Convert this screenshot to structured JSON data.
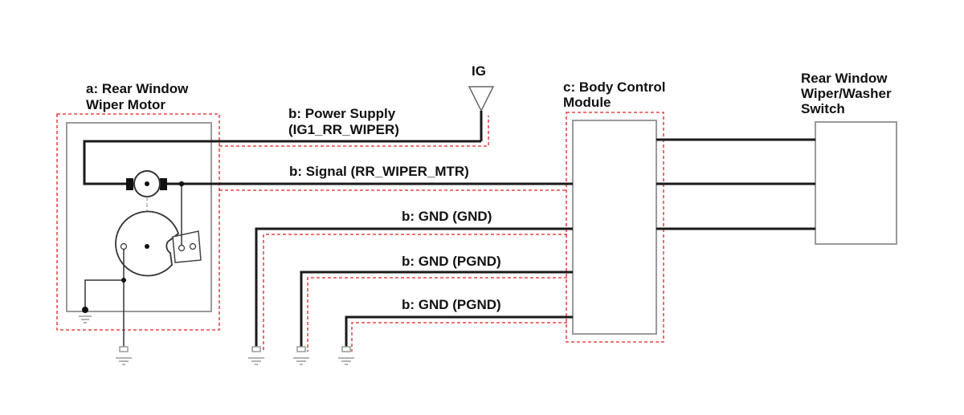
{
  "labels": {
    "motor_line1": "a: Rear Window",
    "motor_line2": "Wiper Motor",
    "ig": "IG",
    "power_line1": "b: Power Supply",
    "power_line2": "(IG1_RR_WIPER)",
    "signal": "b: Signal (RR_WIPER_MTR)",
    "gnd1": "b: GND (GND)",
    "gnd2": "b: GND (PGND)",
    "gnd3": "b: GND (PGND)",
    "bcm_line1": "c: Body Control",
    "bcm_line2": "Module",
    "switch_line1": "Rear Window",
    "switch_line2": "Wiper/Washer",
    "switch_line3": "Switch"
  },
  "colors": {
    "wire": "#1a1a1a",
    "component_outline": "#9a9a9a",
    "highlight_dashed": "#e02020"
  }
}
